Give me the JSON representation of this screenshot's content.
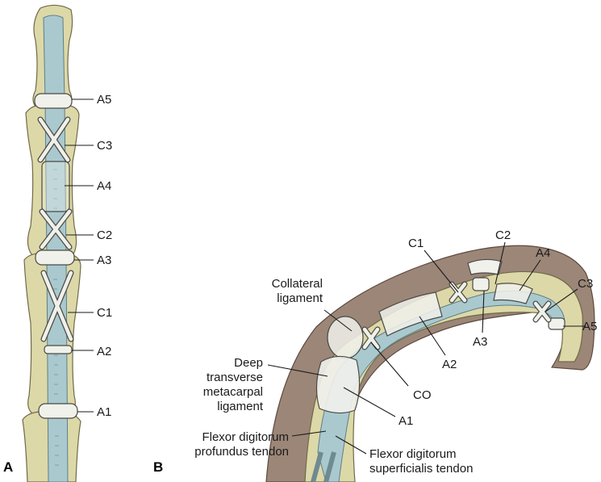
{
  "panel_a": {
    "panel_letter": "A",
    "labels": {
      "a5": "A5",
      "c3": "C3",
      "a4": "A4",
      "c2": "C2",
      "a3": "A3",
      "c1": "C1",
      "a2": "A2",
      "a1": "A1"
    }
  },
  "panel_b": {
    "panel_letter": "B",
    "labels": {
      "c1": "C1",
      "c2": "C2",
      "a4": "A4",
      "c3": "C3",
      "a5": "A5",
      "a3": "A3",
      "a2": "A2",
      "co": "CO",
      "a1": "A1",
      "collateral_ligament_1": "Collateral",
      "collateral_ligament_2": "ligament",
      "deep_ligament_1": "Deep",
      "deep_ligament_2": "transverse",
      "deep_ligament_3": "metacarpal",
      "deep_ligament_4": "ligament",
      "fdp_1": "Flexor digitorum",
      "fdp_2": "profundus tendon",
      "fds_1": "Flexor digitorum",
      "fds_2": "superficialis tendon"
    }
  },
  "colors": {
    "bone": "#ddd8a8",
    "tendon_sheath": "#a9c9cf",
    "pulley": "#f1f1ec",
    "skin": "#9c8678"
  }
}
